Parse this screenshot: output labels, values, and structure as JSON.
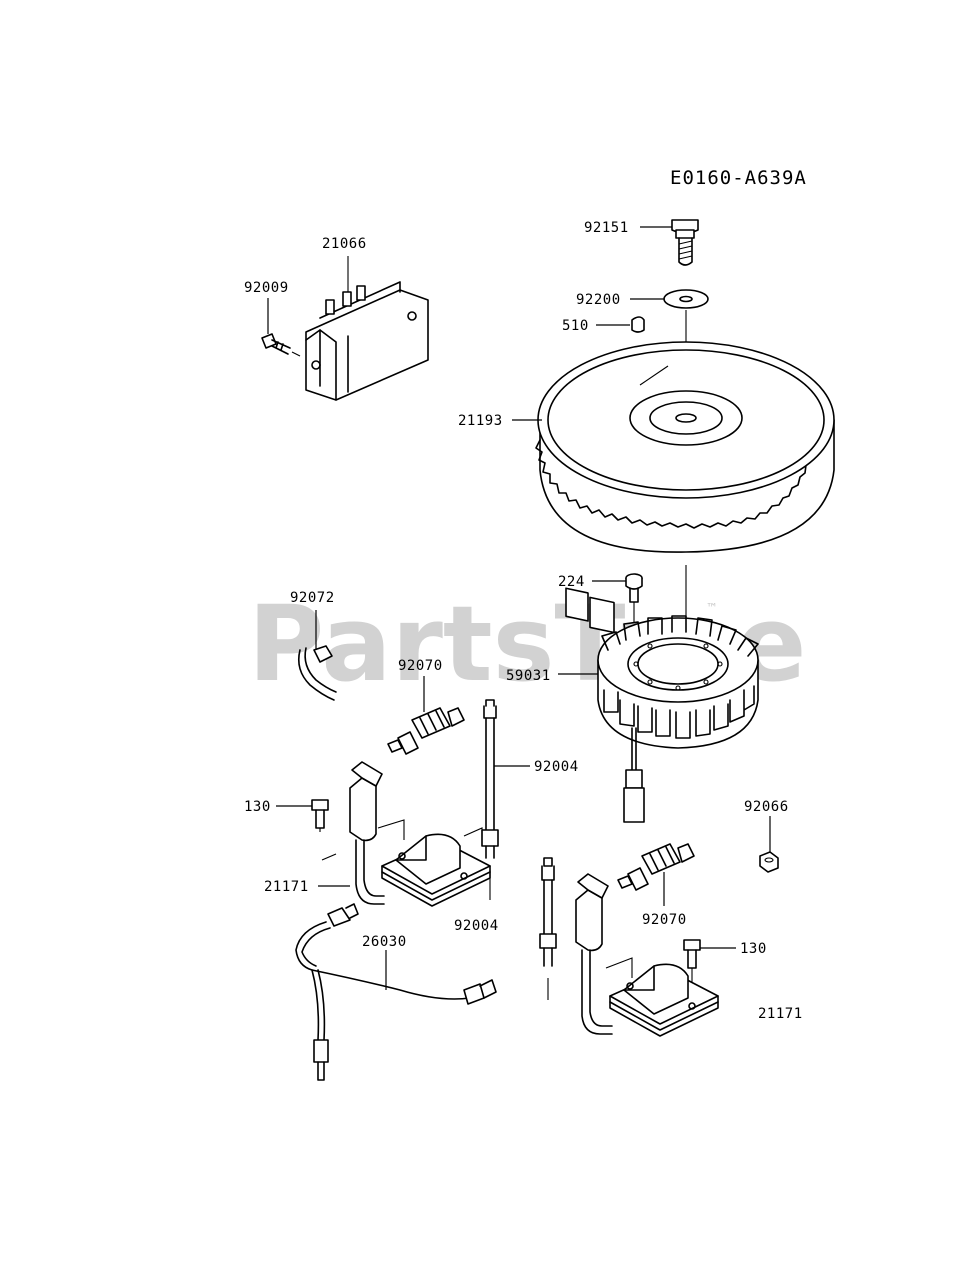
{
  "diagram_code": "E0160-A639A",
  "watermark": {
    "text": "PartsTree",
    "trademark": "™"
  },
  "parts": [
    {
      "id": "label-92151",
      "number": "92151"
    },
    {
      "id": "label-92200",
      "number": "92200"
    },
    {
      "id": "label-510",
      "number": "510"
    },
    {
      "id": "label-21193",
      "number": "21193"
    },
    {
      "id": "label-21066",
      "number": "21066"
    },
    {
      "id": "label-92009",
      "number": "92009"
    },
    {
      "id": "label-224",
      "number": "224"
    },
    {
      "id": "label-59031",
      "number": "59031"
    },
    {
      "id": "label-92072",
      "number": "92072"
    },
    {
      "id": "label-92070-a",
      "number": "92070"
    },
    {
      "id": "label-92004-a",
      "number": "92004"
    },
    {
      "id": "label-130-a",
      "number": "130"
    },
    {
      "id": "label-21171-a",
      "number": "21171"
    },
    {
      "id": "label-92004-b",
      "number": "92004"
    },
    {
      "id": "label-26030",
      "number": "26030"
    },
    {
      "id": "label-92066",
      "number": "92066"
    },
    {
      "id": "label-92070-b",
      "number": "92070"
    },
    {
      "id": "label-130-b",
      "number": "130"
    },
    {
      "id": "label-21171-b",
      "number": "21171"
    }
  ]
}
